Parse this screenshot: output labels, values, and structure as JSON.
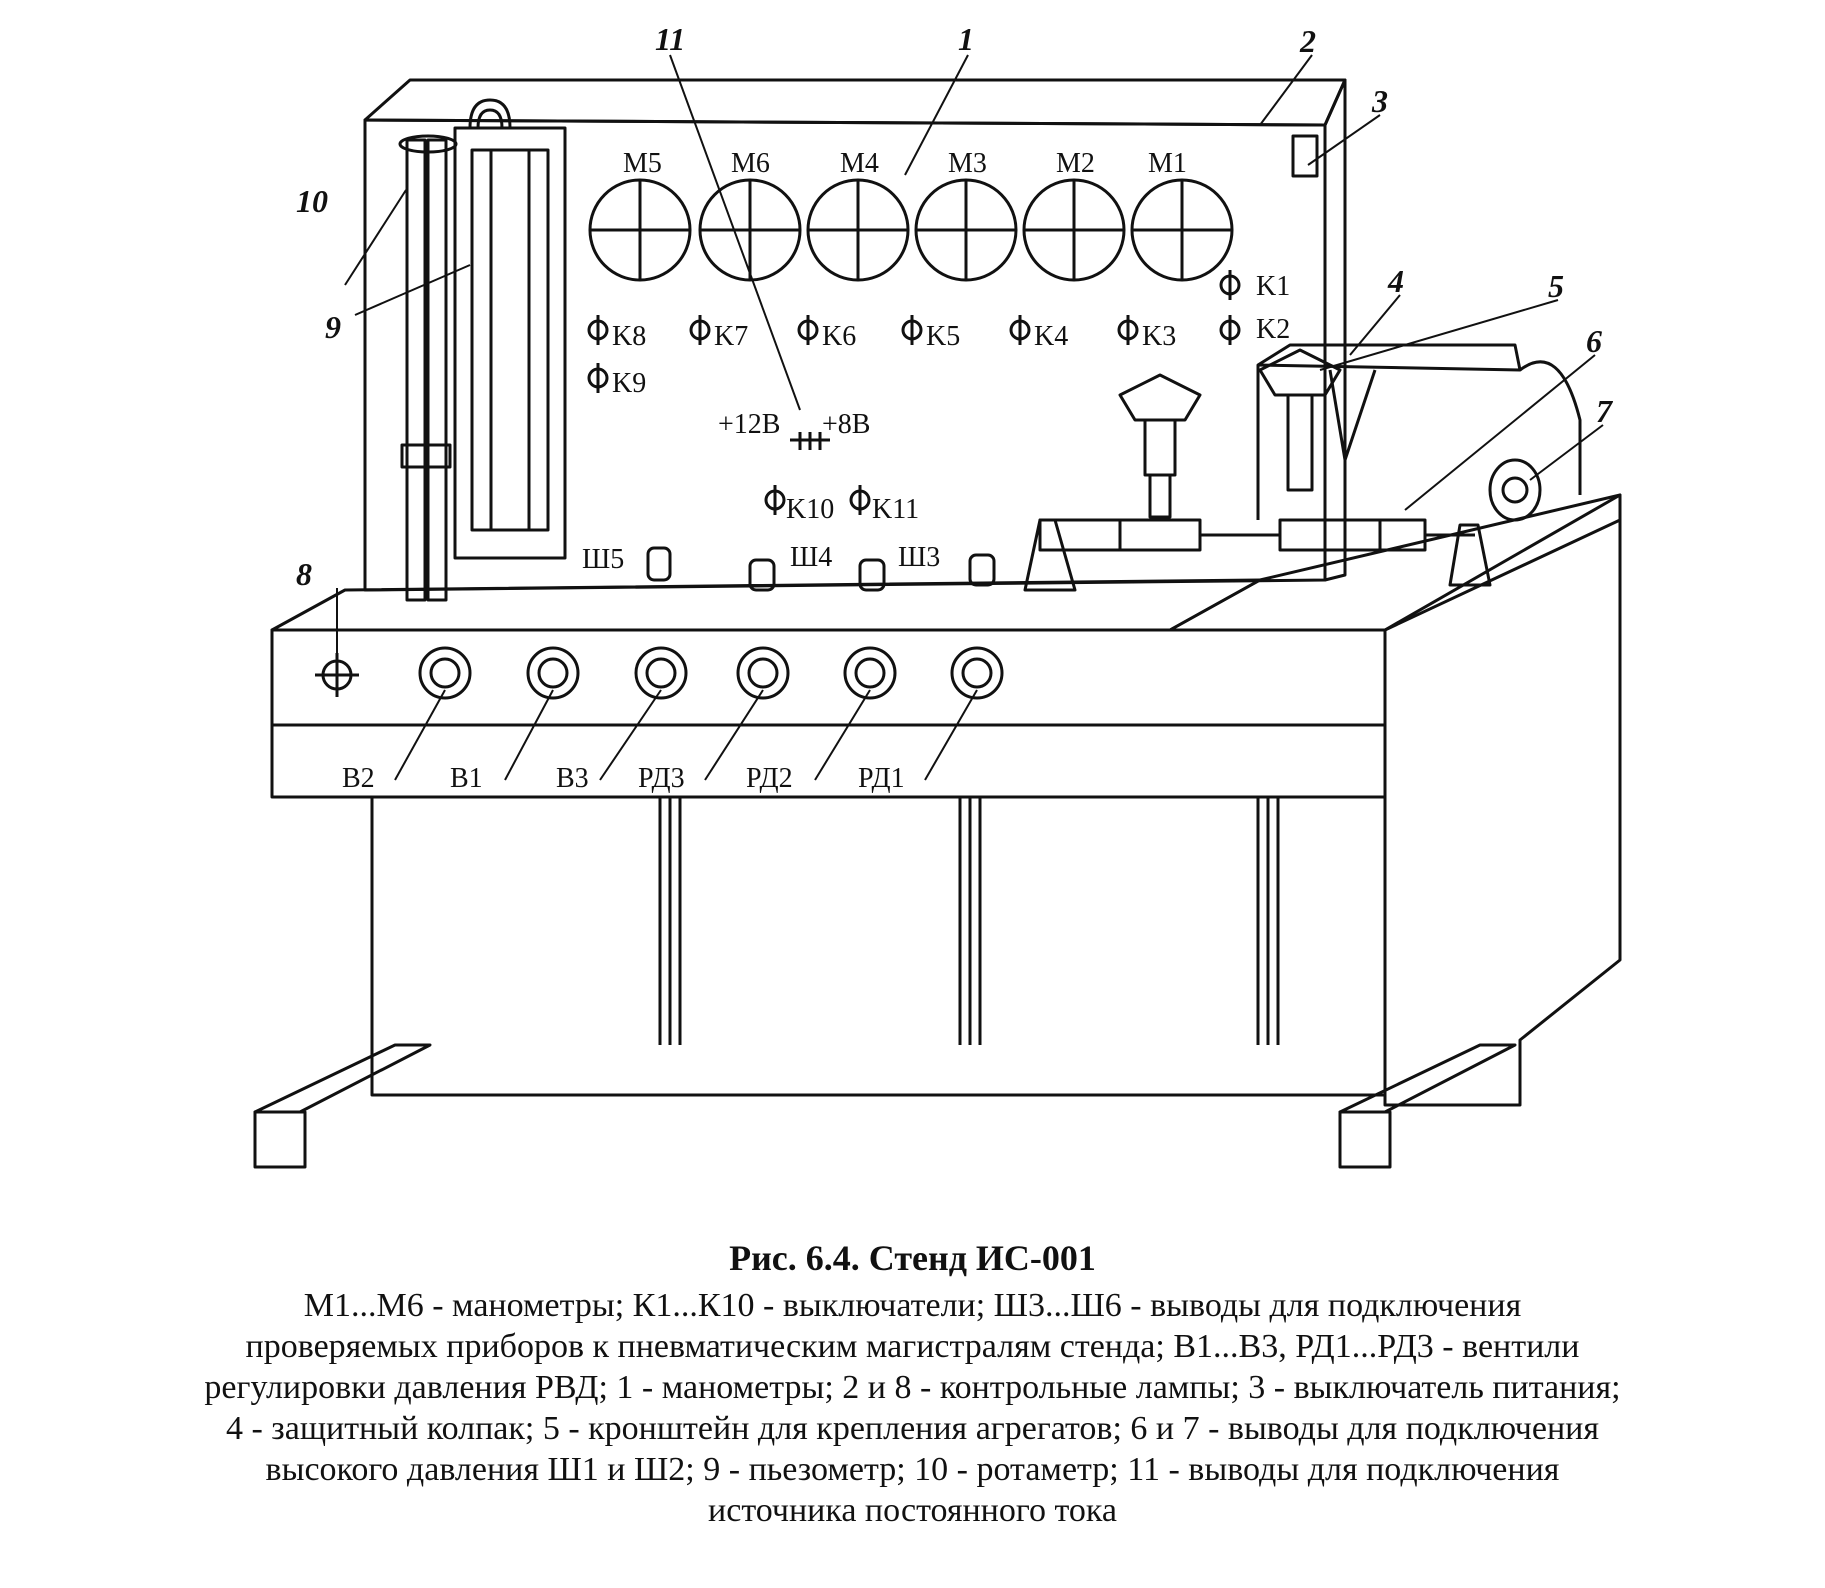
{
  "figure": {
    "gauge_labels": [
      "M5",
      "M6",
      "M4",
      "M3",
      "M2",
      "M1"
    ],
    "switch_labels": [
      "K8",
      "K7",
      "K6",
      "K5",
      "K4",
      "K3"
    ],
    "switch_k9": "K9",
    "switch_k1": "K1",
    "switch_k2": "K2",
    "switch_k10": "K10",
    "switch_k11": "K11",
    "voltage_12": "+12B",
    "voltage_8": "+8B",
    "outlet_labels": [
      "Ш5",
      "Ш4",
      "Ш3"
    ],
    "valve_labels": [
      "B2",
      "B1",
      "B3",
      "РД3",
      "РД2",
      "РД1"
    ],
    "callout_numbers": [
      "1",
      "2",
      "3",
      "4",
      "5",
      "6",
      "7",
      "8",
      "9",
      "10",
      "11"
    ]
  },
  "caption": {
    "title": "Рис. 6.4. Стенд ИС-001",
    "lines": [
      "M1...M6 - манометры; К1...К10 - выключатели; Ш3...Ш6 - выводы для подключения",
      "проверяемых приборов к пневматическим магистралям стенда; В1...В3, РД1...РД3 - вентили",
      "регулировки давления РВД; 1 - манометры; 2 и 8 - контрольные лампы; 3 - выключатель питания;",
      "4 - защитный колпак; 5 - кронштейн для крепления агрегатов; 6 и 7 - выводы для подключения",
      "высокого давления Ш1 и Ш2; 9 - пьезометр; 10 - ротаметр; 11 - выводы для подключения",
      "источника постоянного тока"
    ]
  }
}
